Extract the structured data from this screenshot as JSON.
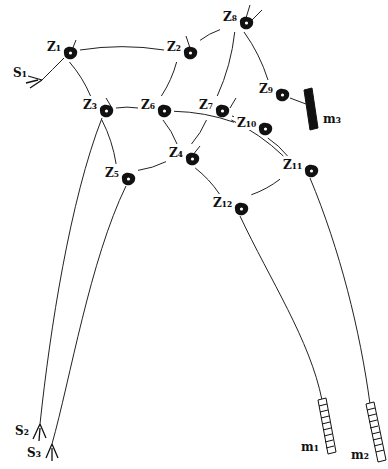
{
  "diagram": {
    "nodes": [
      {
        "text": [
          "Z₁"
        ]
      },
      {
        "text": [
          "Z₂"
        ]
      },
      {
        "text": [
          "Z₃"
        ]
      },
      {
        "text": [
          "Z₄"
        ]
      },
      {
        "text": [
          "Z₅"
        ]
      },
      {
        "text": [
          "Z₆"
        ]
      },
      {
        "text": [
          "Z₇"
        ]
      },
      {
        "text": [
          "Z₈"
        ]
      },
      {
        "text": [
          "Z₉"
        ]
      },
      {
        "text": [
          "Z₁₀"
        ]
      },
      {
        "text": [
          "Z₁₁"
        ]
      },
      {
        "text": [
          "Z₁₂"
        ]
      }
    ],
    "edges": [
      {
        "from": 0,
        "to": 1,
        "arrow": "none"
      },
      {
        "from": 0,
        "to": 2,
        "arrow": "none"
      },
      {
        "from": 1,
        "to": 7,
        "arrow": "none"
      },
      {
        "from": 1,
        "to": 5,
        "arrow": "none"
      },
      {
        "from": 7,
        "to": 8,
        "arrow": "none"
      },
      {
        "from": 7,
        "to": 6,
        "arrow": "none"
      },
      {
        "from": 2,
        "to": 5,
        "arrow": "none"
      },
      {
        "from": 2,
        "to": 4,
        "arrow": "none"
      },
      {
        "from": 5,
        "to": 3,
        "arrow": "none"
      },
      {
        "from": 5,
        "to": 9,
        "arrow": "none"
      },
      {
        "from": 6,
        "to": 9,
        "arrow": "none"
      },
      {
        "from": 6,
        "to": 3,
        "arrow": "none"
      },
      {
        "from": 3,
        "to": 11,
        "arrow": "none"
      },
      {
        "from": 3,
        "to": 4,
        "arrow": "none"
      },
      {
        "from": 9,
        "to": 10,
        "arrow": "none"
      },
      {
        "from": 10,
        "to": 11,
        "arrow": "none"
      },
      {
        "from": 6,
        "to": 10,
        "arrow": "none"
      }
    ],
    "labels": [
      "S₁",
      "S₂",
      "S₃",
      "m₁",
      "m₂",
      "m₃"
    ]
  }
}
